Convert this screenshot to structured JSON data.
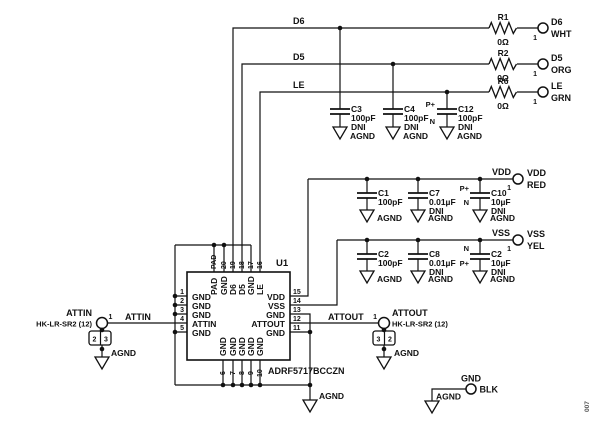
{
  "nets": {
    "d6": "D6",
    "d5": "D5",
    "le": "LE",
    "vdd": "VDD",
    "vss": "VSS",
    "attin": "ATTIN",
    "attout": "ATTOUT",
    "agnd": "AGND",
    "gnd": "GND"
  },
  "ic": {
    "refdes": "U1",
    "part_number": "ADRF5717BCCZN",
    "top_pins": [
      "PAD",
      "20",
      "19",
      "18",
      "17",
      "16"
    ],
    "top_names": [
      "PAD",
      "GND",
      "D6",
      "D5",
      "GND",
      "LE"
    ],
    "left_pins": [
      "1",
      "2",
      "3",
      "4",
      "5"
    ],
    "left_names": [
      "GND",
      "GND",
      "GND",
      "ATTIN",
      "GND"
    ],
    "right_pins": [
      "15",
      "14",
      "13",
      "12",
      "11"
    ],
    "right_names": [
      "VDD",
      "VSS",
      "GND",
      "ATTOUT",
      "GND"
    ],
    "bottom_pins": [
      "6",
      "7",
      "8",
      "9",
      "10"
    ],
    "bottom_names": [
      "GND",
      "GND",
      "GND",
      "GND",
      "GND"
    ]
  },
  "resistors": [
    {
      "ref": "R1",
      "value": "0Ω"
    },
    {
      "ref": "R2",
      "value": "0Ω"
    },
    {
      "ref": "R6",
      "value": "0Ω"
    }
  ],
  "capacitors": [
    {
      "ref": "C3",
      "value": "100pF",
      "note": "DNI",
      "gnd": "AGND"
    },
    {
      "ref": "C4",
      "value": "100pF",
      "note": "DNI",
      "gnd": "AGND"
    },
    {
      "ref": "C12",
      "value": "100pF",
      "note": "DNI",
      "gnd": "AGND",
      "pol_top": "P+",
      "pol_bottom": "N"
    },
    {
      "ref": "C1",
      "value": "100pF",
      "gnd": "AGND"
    },
    {
      "ref": "C7",
      "value": "0.01µF",
      "note": "DNI",
      "gnd": "AGND"
    },
    {
      "ref": "C10",
      "value": "10µF",
      "note": "DNI",
      "gnd": "AGND",
      "pol_top": "P+",
      "pol_bottom": "N"
    },
    {
      "ref": "C2",
      "value": "100pF",
      "gnd": "AGND"
    },
    {
      "ref": "C8",
      "value": "0.01µF",
      "note": "DNI",
      "gnd": "AGND"
    },
    {
      "ref": "C2",
      "value": "10µF",
      "note": "DNI",
      "gnd": "AGND",
      "pol_top": "N",
      "pol_bottom": "P+"
    }
  ],
  "test_points": [
    {
      "net": "D6",
      "color": "WHT",
      "pin": "1"
    },
    {
      "net": "D5",
      "color": "ORG",
      "pin": "1"
    },
    {
      "net": "LE",
      "color": "GRN",
      "pin": "1"
    },
    {
      "net": "VDD",
      "color": "RED",
      "pin": "1"
    },
    {
      "net": "VSS",
      "color": "YEL",
      "pin": "1"
    },
    {
      "net": "GND",
      "color": "BLK"
    }
  ],
  "connectors": [
    {
      "name": "ATTIN",
      "part": "HK-LR-SR2 (12)",
      "pin1": "1",
      "cell_left": "2",
      "cell_right": "3",
      "gnd": "AGND"
    },
    {
      "name": "ATTOUT",
      "part": "HK-LR-SR2 (12)",
      "pin1": "1",
      "cell_left": "3",
      "cell_right": "2",
      "gnd": "AGND"
    }
  ],
  "page_code": "007"
}
